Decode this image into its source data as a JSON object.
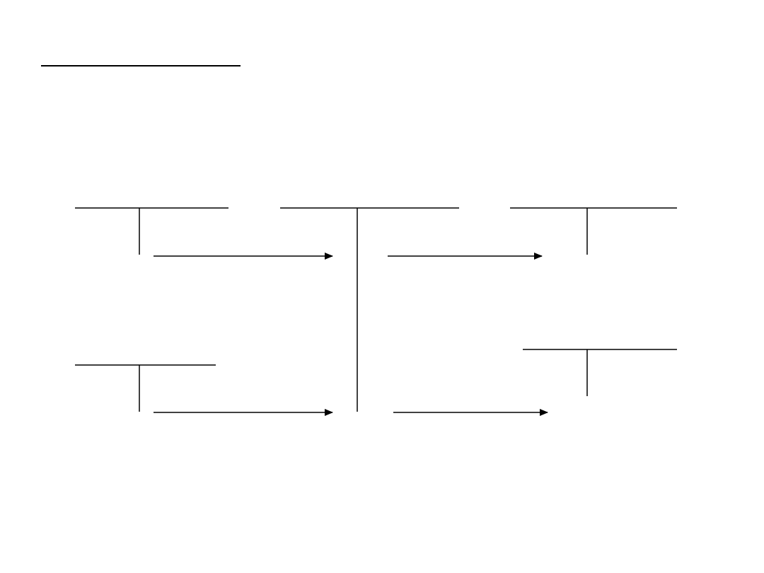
{
  "diagram": {
    "type": "t-account-flow",
    "colors": {
      "background": "#ffffff",
      "line": "#000000"
    },
    "title_rule": true,
    "accounts": [
      {
        "id": "left-top-account",
        "label": ""
      },
      {
        "id": "left-bottom-account",
        "label": ""
      },
      {
        "id": "center-account",
        "label": ""
      },
      {
        "id": "right-top-account",
        "label": ""
      },
      {
        "id": "right-bottom-account",
        "label": ""
      }
    ],
    "flows": [
      {
        "from": "left-top-account",
        "to": "center-account"
      },
      {
        "from": "left-bottom-account",
        "to": "center-account"
      },
      {
        "from": "center-account",
        "to": "right-top-account"
      },
      {
        "from": "center-account",
        "to": "right-bottom-account"
      }
    ]
  }
}
